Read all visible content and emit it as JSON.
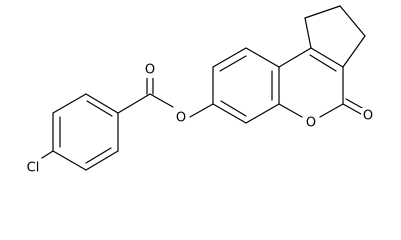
{
  "molecule": {
    "atoms": {
      "carbonyl_o_ester": {
        "label": "O"
      },
      "ether_o_ester": {
        "label": "O"
      },
      "ring_o": {
        "label": "O"
      },
      "lactone_carbonyl_o": {
        "label": "O"
      },
      "chlorine": {
        "label": "Cl"
      }
    }
  }
}
